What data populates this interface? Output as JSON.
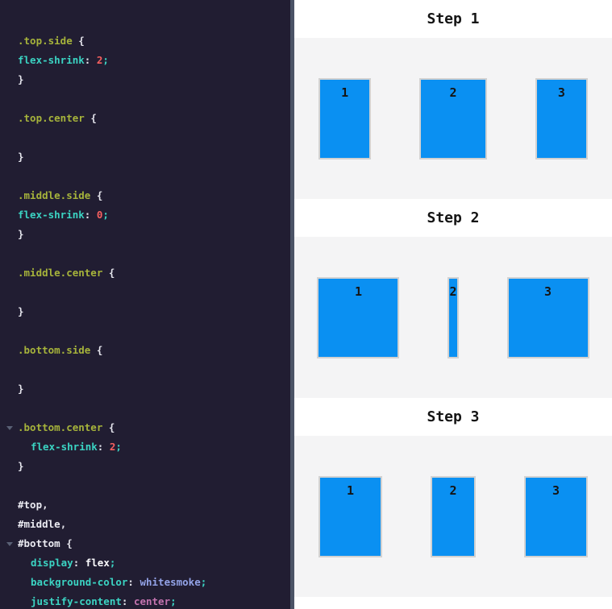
{
  "editor": {
    "lines": [
      {
        "tokens": [
          [
            "sel",
            ".top.side"
          ],
          [
            "punct",
            " {"
          ]
        ]
      },
      {
        "tokens": [
          [
            "prop",
            "flex-shrink"
          ],
          [
            "punct",
            ":"
          ],
          [
            "num",
            " 2"
          ],
          [
            "semi",
            ";"
          ]
        ]
      },
      {
        "tokens": [
          [
            "punct",
            "}"
          ]
        ]
      },
      {
        "tokens": []
      },
      {
        "tokens": [
          [
            "sel",
            ".top.center"
          ],
          [
            "punct",
            " {"
          ]
        ]
      },
      {
        "tokens": []
      },
      {
        "tokens": [
          [
            "punct",
            "}"
          ]
        ]
      },
      {
        "tokens": []
      },
      {
        "tokens": [
          [
            "sel",
            ".middle.side"
          ],
          [
            "punct",
            " {"
          ]
        ]
      },
      {
        "tokens": [
          [
            "prop",
            "flex-shrink"
          ],
          [
            "punct",
            ":"
          ],
          [
            "num",
            " 0"
          ],
          [
            "semi",
            ";"
          ]
        ]
      },
      {
        "tokens": [
          [
            "punct",
            "}"
          ]
        ]
      },
      {
        "tokens": []
      },
      {
        "tokens": [
          [
            "sel",
            ".middle.center"
          ],
          [
            "punct",
            " {"
          ]
        ]
      },
      {
        "tokens": []
      },
      {
        "tokens": [
          [
            "punct",
            "}"
          ]
        ]
      },
      {
        "tokens": []
      },
      {
        "tokens": [
          [
            "sel",
            ".bottom.side"
          ],
          [
            "punct",
            " {"
          ]
        ]
      },
      {
        "tokens": []
      },
      {
        "tokens": [
          [
            "punct",
            "}"
          ]
        ]
      },
      {
        "tokens": []
      },
      {
        "fold": true,
        "tokens": [
          [
            "sel",
            ".bottom.center"
          ],
          [
            "punct",
            " {"
          ]
        ]
      },
      {
        "indent": 1,
        "tokens": [
          [
            "prop",
            "flex-shrink"
          ],
          [
            "punct",
            ":"
          ],
          [
            "num",
            " 2"
          ],
          [
            "semi",
            ";"
          ]
        ]
      },
      {
        "tokens": [
          [
            "punct",
            "}"
          ]
        ]
      },
      {
        "tokens": []
      },
      {
        "tokens": [
          [
            "id",
            "#top"
          ],
          [
            "punct",
            ","
          ]
        ]
      },
      {
        "tokens": [
          [
            "id",
            "#middle"
          ],
          [
            "punct",
            ","
          ]
        ]
      },
      {
        "fold": true,
        "tokens": [
          [
            "id",
            "#bottom"
          ],
          [
            "punct",
            " {"
          ]
        ]
      },
      {
        "indent": 1,
        "tokens": [
          [
            "prop",
            "display"
          ],
          [
            "punct",
            ":"
          ],
          [
            "val",
            " flex"
          ],
          [
            "semi",
            ";"
          ]
        ]
      },
      {
        "indent": 1,
        "tokens": [
          [
            "prop",
            "background-color"
          ],
          [
            "punct",
            ":"
          ],
          [
            "vblue",
            " whitesmoke"
          ],
          [
            "semi",
            ";"
          ]
        ]
      },
      {
        "indent": 1,
        "tokens": [
          [
            "prop",
            "justify-content"
          ],
          [
            "punct",
            ":"
          ],
          [
            "vpink",
            " center"
          ],
          [
            "semi",
            ";"
          ]
        ]
      }
    ]
  },
  "preview": {
    "steps": [
      {
        "title": "Step 1",
        "boxes": [
          "1",
          "2",
          "3"
        ]
      },
      {
        "title": "Step 2",
        "boxes": [
          "1",
          "2",
          "3"
        ]
      },
      {
        "title": "Step 3",
        "boxes": [
          "1",
          "2",
          "3"
        ]
      }
    ]
  },
  "colors": {
    "editor_background": "#211d32",
    "selector_green": "#a6b33b",
    "property_cyan": "#3bd4c3",
    "number_red": "#f7605f",
    "value_periwinkle": "#93a3e8",
    "value_pink": "#c373ae",
    "divider_slate": "#4b5366",
    "stage_whitesmoke": "#f4f4f5",
    "box_blue": "#0a90f2",
    "box_border_gray": "#d2d2d2"
  }
}
